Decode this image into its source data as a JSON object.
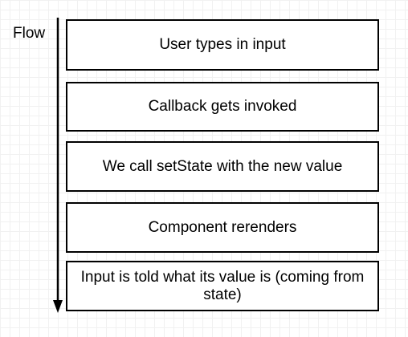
{
  "diagram": {
    "axis_label": "Flow",
    "steps": [
      {
        "label": "User types in input"
      },
      {
        "label": "Callback gets invoked"
      },
      {
        "label": "We call setState with the new value"
      },
      {
        "label": "Component rerenders"
      },
      {
        "label": "Input is told what its value is (coming from state)"
      }
    ]
  }
}
